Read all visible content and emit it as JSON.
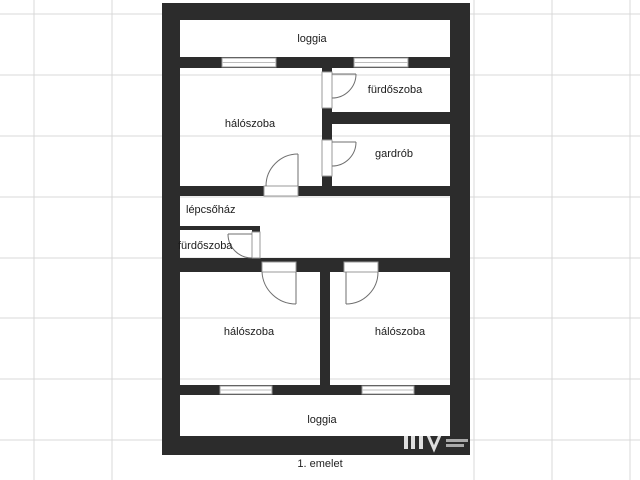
{
  "floor_label": "1. emelet",
  "rooms": {
    "loggia_top": "loggia",
    "furdoszoba_top": "fürdőszoba",
    "haloszoba_top_left": "hálószoba",
    "gardrob": "gardrób",
    "lepcsohaz": "lépcsőház",
    "furdoszoba_small": "fürdőszoba",
    "haloszoba_bottom_left": "hálószoba",
    "haloszoba_bottom_right": "hálószoba",
    "loggia_bottom": "loggia"
  },
  "colors": {
    "wall": "#2c2c2c",
    "grid": "#d9d9d9",
    "window": "#bdbdbd",
    "door": "#6f6f6f",
    "background": "#ffffff"
  }
}
